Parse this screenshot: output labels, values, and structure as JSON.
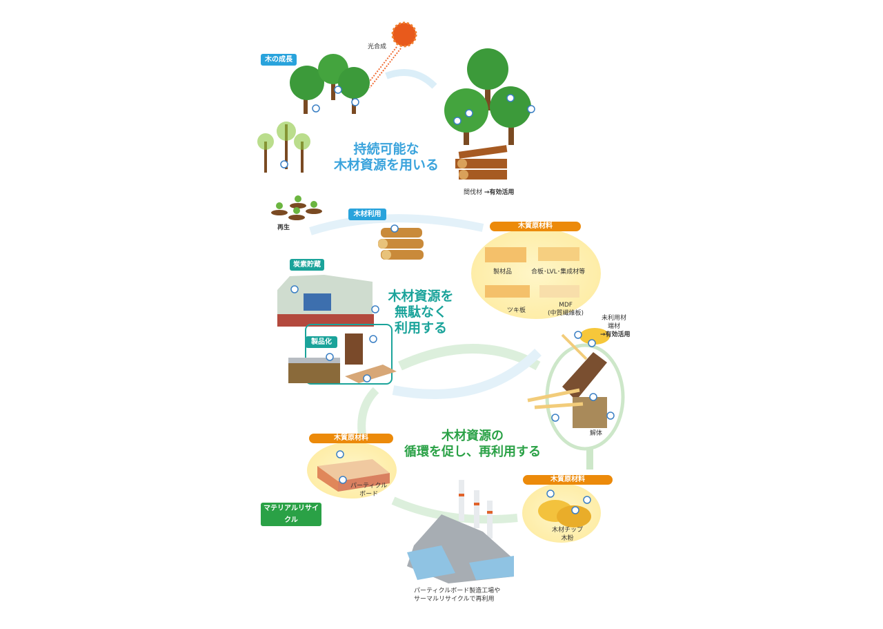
{
  "labels": {
    "tree_growth": "木の成長",
    "photosynthesis": "光合成",
    "thinned_wood": "間伐材",
    "effective_use": "→有効活用",
    "regeneration": "再生",
    "wood_use": "木材利用",
    "carbon_storage": "炭素貯蔵",
    "productization": "製品化",
    "dismantling": "解体",
    "material_recycle": "マテリアルリサイクル"
  },
  "titles": {
    "sustainable_line1": "持続可能な",
    "sustainable_line2": "木材資源を用いる",
    "nowaste_line1": "木材資源を",
    "nowaste_line2": "無駄なく",
    "nowaste_line3": "利用する",
    "cycle_line1": "木材資源の",
    "cycle_line2": "循環を促し、再利用する"
  },
  "raw_materials": {
    "header": "木質原材料",
    "top_items": [
      "製材品",
      "合板･LVL･集成材等",
      "ツキ板",
      "MDF",
      "(中質繊維板)"
    ],
    "left_item_line1": "パーティクル",
    "left_item_line2": "ボード",
    "right_item_line1": "木材チップ",
    "right_item_line2": "木粉"
  },
  "unused": {
    "line1": "未利用材",
    "line2": "端材",
    "line3": "→有効活用"
  },
  "factory_caption": {
    "line1": "パーティクルボード製造工場や",
    "line2": "サーマルリサイクルで再利用"
  },
  "colors": {
    "blue": "#29a3dc",
    "teal": "#1aa39a",
    "green": "#2aa146",
    "orange": "#ec8a0a"
  }
}
